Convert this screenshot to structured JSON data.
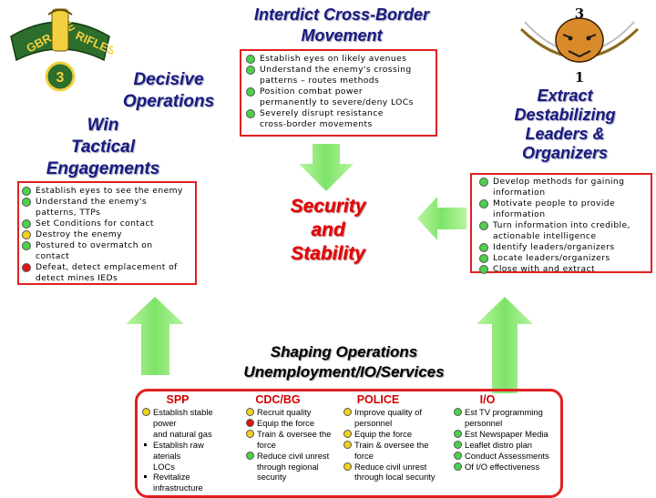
{
  "title": {
    "line1": "Interdict Cross-Border",
    "line2": "Movement"
  },
  "decisive": {
    "line1": "Decisive",
    "line2": "Operations"
  },
  "win": {
    "line1": "Win",
    "line2": "Tactical",
    "line3": "Engagements"
  },
  "extract": {
    "line1": "Extract",
    "line2": "Destabilizing",
    "line3": "Leaders &",
    "line4": "Organizers"
  },
  "center": {
    "line1": "Security",
    "line2": "and",
    "line3": "Stability"
  },
  "shaping": {
    "line1": "Shaping Operations",
    "line2": "Unemployment/IO/Services"
  },
  "top_box": [
    {
      "status": "green",
      "text": "Establish eyes on likely avenues"
    },
    {
      "status": "green",
      "text": "Understand the enemy's crossing"
    },
    {
      "status": "none",
      "text": "patterns – routes methods"
    },
    {
      "status": "green",
      "text": "Position combat power"
    },
    {
      "status": "none",
      "text": "permanently to severe/deny LOCs"
    },
    {
      "status": "green",
      "text": "Severely disrupt resistance"
    },
    {
      "status": "none",
      "text": "cross-border movements"
    }
  ],
  "left_box": [
    {
      "status": "green",
      "text": "Establish eyes to see the enemy"
    },
    {
      "status": "green",
      "text": "Understand the enemy's"
    },
    {
      "status": "none",
      "text": "patterns, TTPs"
    },
    {
      "status": "green",
      "text": "Set Conditions for contact"
    },
    {
      "status": "yellow",
      "text": "Destroy the enemy"
    },
    {
      "status": "green",
      "text": "Postured to overmatch on"
    },
    {
      "status": "none",
      "text": "contact"
    },
    {
      "status": "red",
      "text": "Defeat, detect emplacement of"
    },
    {
      "status": "none",
      "text": "detect mines IEDs"
    }
  ],
  "right_box": [
    {
      "status": "green",
      "text": "Develop methods for gaining"
    },
    {
      "status": "none",
      "text": "information"
    },
    {
      "status": "green",
      "text": "Motivate people to provide"
    },
    {
      "status": "none",
      "text": "information"
    },
    {
      "status": "green",
      "text": "Turn information into credible,"
    },
    {
      "status": "none",
      "text": "actionable intelligence"
    },
    {
      "status": "green",
      "text": "Identify leaders/organizers"
    },
    {
      "status": "green",
      "text": "Locate leaders/organizers"
    },
    {
      "status": "green",
      "text": "Close with and extract"
    }
  ],
  "spp": {
    "head": "SPP",
    "items": [
      {
        "status": "yellow",
        "text": "Establish stable"
      },
      {
        "status": "none",
        "text": "power"
      },
      {
        "status": "none",
        "text": "and natural gas"
      },
      {
        "status": "bullet",
        "text": "Establish raw"
      },
      {
        "status": "none",
        "text": "aterials"
      },
      {
        "status": "none",
        "text": "LOCs"
      },
      {
        "status": "bullet",
        "text": "Revitalize"
      },
      {
        "status": "none",
        "text": "infrastructure"
      }
    ]
  },
  "cdc": {
    "head": "CDC/BG",
    "items": [
      {
        "status": "yellow",
        "text": "Recruit quality"
      },
      {
        "status": "red",
        "text": "Equip the force"
      },
      {
        "status": "yellow",
        "text": "Train & oversee the"
      },
      {
        "status": "none",
        "text": "force"
      },
      {
        "status": "green",
        "text": "Reduce civil unrest"
      },
      {
        "status": "none",
        "text": "through regional"
      },
      {
        "status": "none",
        "text": "security"
      }
    ]
  },
  "police": {
    "head": "POLICE",
    "items": [
      {
        "status": "yellow",
        "text": "Improve quality of"
      },
      {
        "status": "none",
        "text": "personnel"
      },
      {
        "status": "yellow",
        "text": "Equip the force"
      },
      {
        "status": "yellow",
        "text": "Train & oversee the"
      },
      {
        "status": "none",
        "text": "force"
      },
      {
        "status": "yellow",
        "text": "Reduce civil unrest"
      },
      {
        "status": "none",
        "text": "through local security"
      }
    ]
  },
  "io": {
    "head": "I/O",
    "items": [
      {
        "status": "green",
        "text": "Est TV programming"
      },
      {
        "status": "none",
        "text": "personnel"
      },
      {
        "status": "green",
        "text": "Est Newspaper Media"
      },
      {
        "status": "green",
        "text": "Leaflet distro plan"
      },
      {
        "status": "green",
        "text": "Conduct Assessments"
      },
      {
        "status": "green",
        "text": "Of I/O effectiveness"
      }
    ]
  },
  "insignia_left": {
    "banner_left": "GBR AVE",
    "banner_right": "RIFLES",
    "number": "3"
  },
  "insignia_right": {
    "number_top": "3",
    "number_bottom": "1"
  },
  "colors": {
    "title": "#1a1a80",
    "accent": "#e60000",
    "arrow": "#90ee70",
    "box_border": "#e02020"
  }
}
